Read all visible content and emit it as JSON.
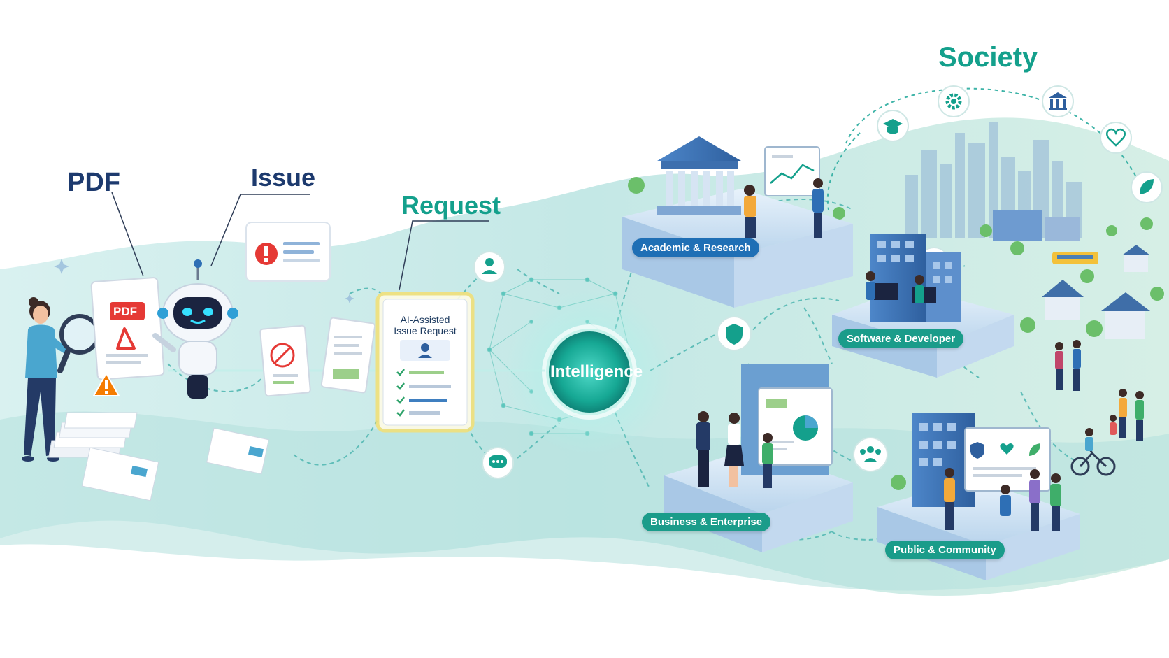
{
  "labels": {
    "pdf": "PDF",
    "issue": "Issue",
    "request": "Request",
    "society": "Society",
    "intelligence": "Intelligence",
    "doc_badge": "PDF",
    "doc_title_line1": "AI-Assisted",
    "doc_title_line2": "Issue Request"
  },
  "sectors": {
    "academic": "Academic & Research",
    "software": "Software & Developer",
    "business": "Business & Enterprise",
    "public": "Public & Community"
  },
  "colors": {
    "navy": "#1d3a6e",
    "teal": "#14a08c",
    "accent_blue": "#1f6fb5",
    "alert_red": "#e53935",
    "warn_orange": "#f57c00",
    "wave": "#bfe6e4"
  },
  "icons": [
    "magnifier-icon",
    "robot-icon",
    "alert-icon",
    "user-icon",
    "chat-icon",
    "shield-icon",
    "code-icon",
    "community-icon",
    "graduation-cap-icon",
    "gear-icon",
    "bank-icon",
    "heart-icon",
    "leaf-icon"
  ]
}
